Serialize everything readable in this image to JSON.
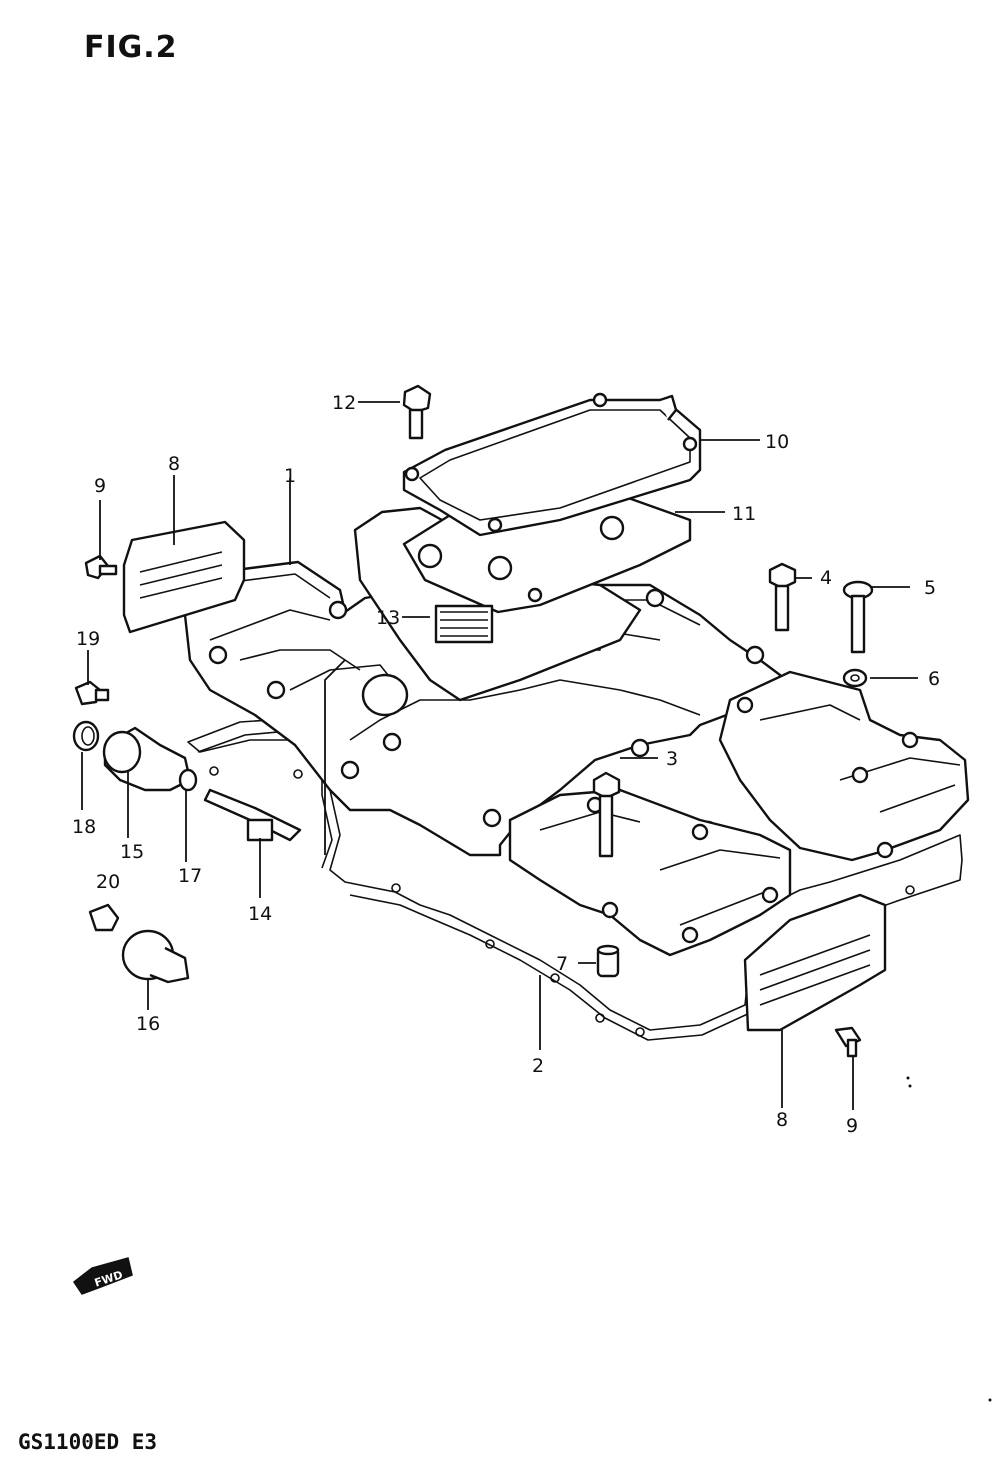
{
  "figure": {
    "title": "FIG.2",
    "model_code": "GS1100ED  E3",
    "fwd_label": "FWD"
  },
  "callouts": [
    {
      "id": "c12",
      "text": "12"
    },
    {
      "id": "c10",
      "text": "10"
    },
    {
      "id": "c8a",
      "text": "8"
    },
    {
      "id": "c1",
      "text": "1"
    },
    {
      "id": "c9a",
      "text": "9"
    },
    {
      "id": "c11",
      "text": "11"
    },
    {
      "id": "c4",
      "text": "4"
    },
    {
      "id": "c5",
      "text": "5"
    },
    {
      "id": "c13",
      "text": "13"
    },
    {
      "id": "c19",
      "text": "19"
    },
    {
      "id": "c6",
      "text": "6"
    },
    {
      "id": "c3",
      "text": "3"
    },
    {
      "id": "c18",
      "text": "18"
    },
    {
      "id": "c15",
      "text": "15"
    },
    {
      "id": "c17",
      "text": "17"
    },
    {
      "id": "c20",
      "text": "20"
    },
    {
      "id": "c14",
      "text": "14"
    },
    {
      "id": "c7",
      "text": "7"
    },
    {
      "id": "c16",
      "text": "16"
    },
    {
      "id": "c2",
      "text": "2"
    },
    {
      "id": "c8b",
      "text": "8"
    },
    {
      "id": "c9b",
      "text": "9"
    }
  ]
}
